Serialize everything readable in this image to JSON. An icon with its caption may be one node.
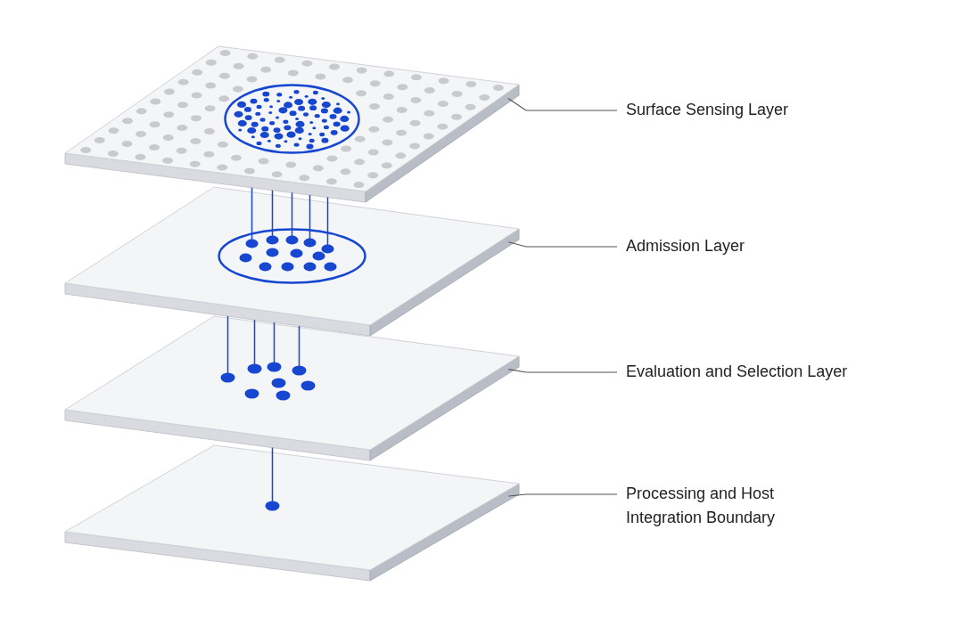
{
  "diagram": {
    "nodes": [
      {
        "text": [],
        "shape": "box"
      },
      {
        "text": [
          "Surface Sensing Layer"
        ]
      },
      {
        "text": [],
        "shape": "box"
      },
      {
        "text": [
          "Admission Layer"
        ]
      },
      {
        "text": [],
        "shape": "box"
      },
      {
        "text": [
          "Evaluation and Selection Layer"
        ]
      },
      {
        "text": [],
        "shape": "box"
      },
      {
        "text": [
          "Processing and Host Integration Boundary"
        ]
      }
    ],
    "edges": [
      {
        "from": 1,
        "to": 0,
        "arrow": "none",
        "color": "#555555"
      },
      {
        "from": 3,
        "to": 2,
        "arrow": "none",
        "color": "#555555"
      },
      {
        "from": 5,
        "to": 4,
        "arrow": "none",
        "color": "#555555"
      },
      {
        "from": 7,
        "to": 6,
        "arrow": "none",
        "color": "#555555"
      },
      {
        "from": 0,
        "to": 2,
        "arrow": "none"
      },
      {
        "from": 0,
        "to": 2,
        "arrow": "none"
      },
      {
        "from": 0,
        "to": 2,
        "arrow": "none"
      },
      {
        "from": 0,
        "to": 2,
        "arrow": "none"
      },
      {
        "from": 0,
        "to": 2,
        "arrow": "none"
      },
      {
        "from": 2,
        "to": 4,
        "arrow": "none"
      },
      {
        "from": 2,
        "to": 4,
        "arrow": "none"
      },
      {
        "from": 2,
        "to": 4,
        "arrow": "none"
      },
      {
        "from": 2,
        "to": 4,
        "arrow": "none"
      },
      {
        "from": 4,
        "to": 6,
        "arrow": "none"
      }
    ]
  }
}
